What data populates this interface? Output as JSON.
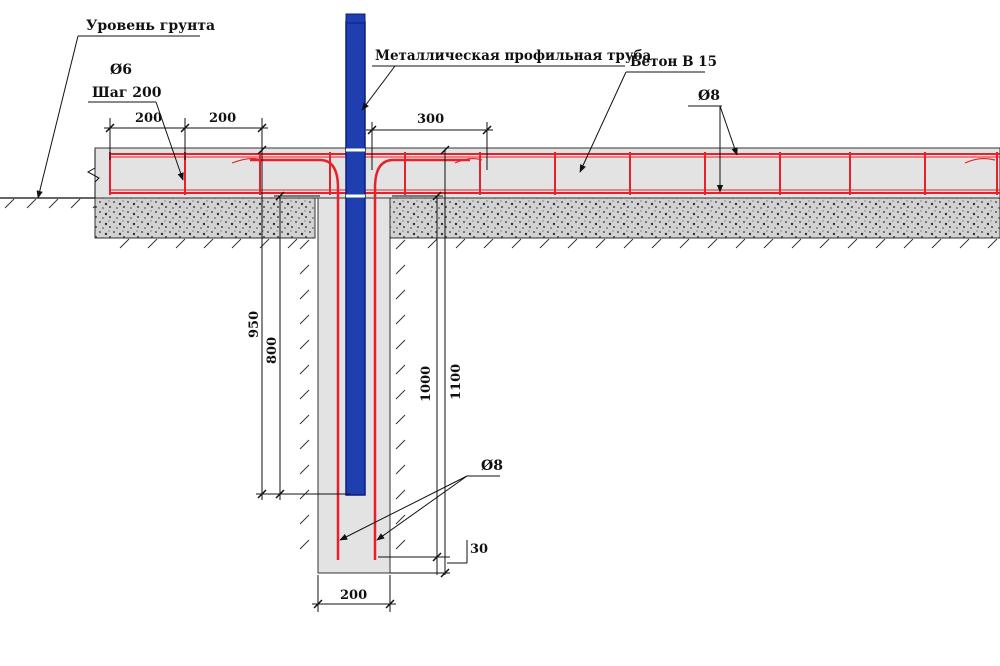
{
  "labels": {
    "ground_level": "Уровень грунта",
    "rebar_dia_top": "Ø6",
    "step": "Шаг 200",
    "pipe": "Металлическая профильная труба",
    "concrete": "Бетон В 15",
    "rebar_dia_slab": "Ø8",
    "rebar_dia_pile": "Ø8"
  },
  "dims": {
    "step_a": "200",
    "step_b": "200",
    "anchor": "300",
    "h950": "950",
    "h800": "800",
    "h1000": "1000",
    "h1100": "1100",
    "cover": "30",
    "pile_width": "200"
  },
  "colors": {
    "concrete": "#e3e3e3",
    "rebar": "#e8202a",
    "pipe": "#1f3fb0",
    "pipe_edge": "#0b1f7a",
    "line": "#111111"
  }
}
